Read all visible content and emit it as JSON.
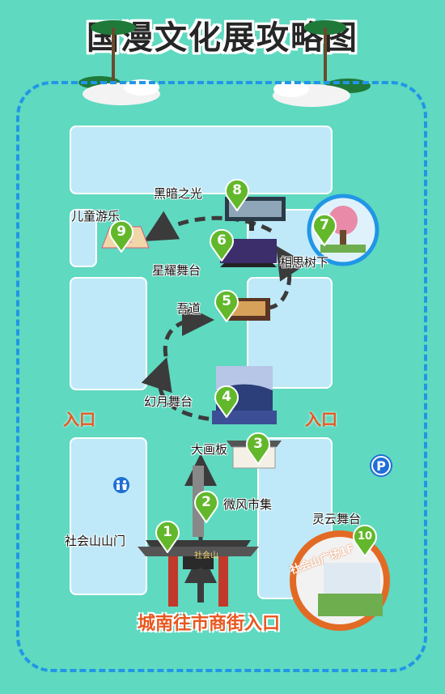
{
  "title": "国漫文化展攻略图",
  "entrances": {
    "left": "入口",
    "right": "入口",
    "bottom": "城南往市商街入口"
  },
  "gate_sign": "社会山",
  "plaza_sign": "社会山广场1F",
  "spots": [
    {
      "num": "1",
      "name": "社会山山门"
    },
    {
      "num": "2",
      "name": "微风市集"
    },
    {
      "num": "3",
      "name": "大画板"
    },
    {
      "num": "4",
      "name": "幻月舞台"
    },
    {
      "num": "5",
      "name": "吾道"
    },
    {
      "num": "6",
      "name": "星耀舞台"
    },
    {
      "num": "7",
      "name": "相思树下"
    },
    {
      "num": "8",
      "name": "黑暗之光"
    },
    {
      "num": "9",
      "name": "儿童游乐"
    },
    {
      "num": "10",
      "name": "灵云舞台"
    }
  ],
  "colors": {
    "background": "#5fd9c0",
    "blocks": "#bfe9f8",
    "pin": "#62b82a",
    "entrance_text": "#e8571f",
    "route": "#3b3b3b",
    "border": "#2196e6"
  },
  "icons": {
    "parking": "parking-icon",
    "restroom": "restroom-icon"
  }
}
